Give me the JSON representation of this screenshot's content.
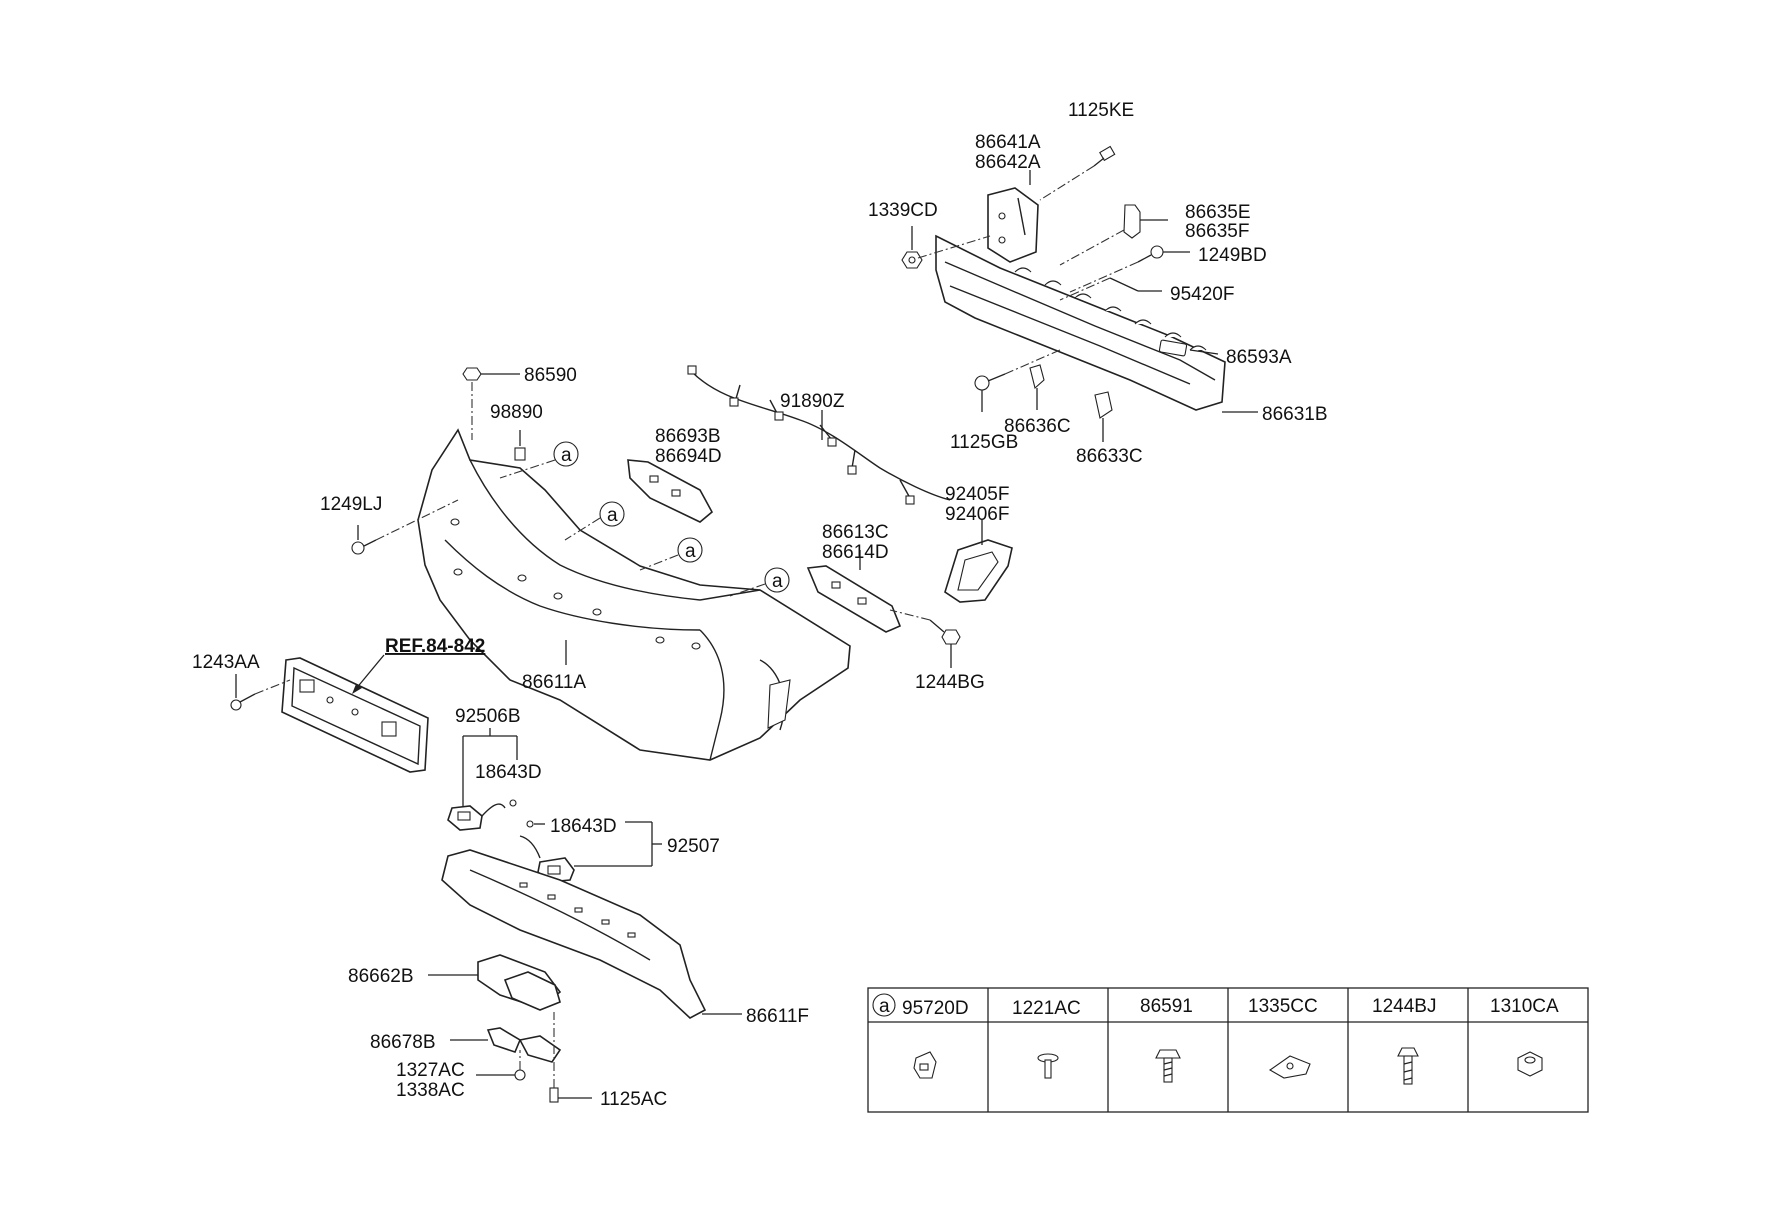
{
  "callouts": {
    "c_1125KE": "1125KE",
    "c_86641A": "86641A",
    "c_86642A": "86642A",
    "c_1339CD": "1339CD",
    "c_86635E": "86635E",
    "c_86635F": "86635F",
    "c_1249BD": "1249BD",
    "c_95420F": "95420F",
    "c_86593A": "86593A",
    "c_86631B": "86631B",
    "c_1125GB": "1125GB",
    "c_86636C": "86636C",
    "c_86633C": "86633C",
    "c_86590": "86590",
    "c_98890": "98890",
    "c_91890Z": "91890Z",
    "c_86693B": "86693B",
    "c_86694D": "86694D",
    "c_1249LJ": "1249LJ",
    "c_92405F": "92405F",
    "c_92406F": "92406F",
    "c_86613C": "86613C",
    "c_86614D": "86614D",
    "c_1244BG": "1244BG",
    "c_1243AA": "1243AA",
    "c_ref": "REF.84-842",
    "c_86611A": "86611A",
    "c_92506B": "92506B",
    "c_18643D_a": "18643D",
    "c_18643D_b": "18643D",
    "c_92507": "92507",
    "c_86662B": "86662B",
    "c_86611F": "86611F",
    "c_86678B": "86678B",
    "c_1327AC": "1327AC",
    "c_1338AC": "1338AC",
    "c_1125AC": "1125AC"
  },
  "circle_marker": "a",
  "legend_table": {
    "columns": [
      {
        "marker": "a",
        "part": "95720D",
        "icon": "clip-icon"
      },
      {
        "marker": "",
        "part": "1221AC",
        "icon": "screw-icon"
      },
      {
        "marker": "",
        "part": "86591",
        "icon": "tapping-screw-icon"
      },
      {
        "marker": "",
        "part": "1335CC",
        "icon": "clip-nut-icon"
      },
      {
        "marker": "",
        "part": "1244BJ",
        "icon": "bolt-icon"
      },
      {
        "marker": "",
        "part": "1310CA",
        "icon": "hex-nut-icon"
      }
    ]
  }
}
